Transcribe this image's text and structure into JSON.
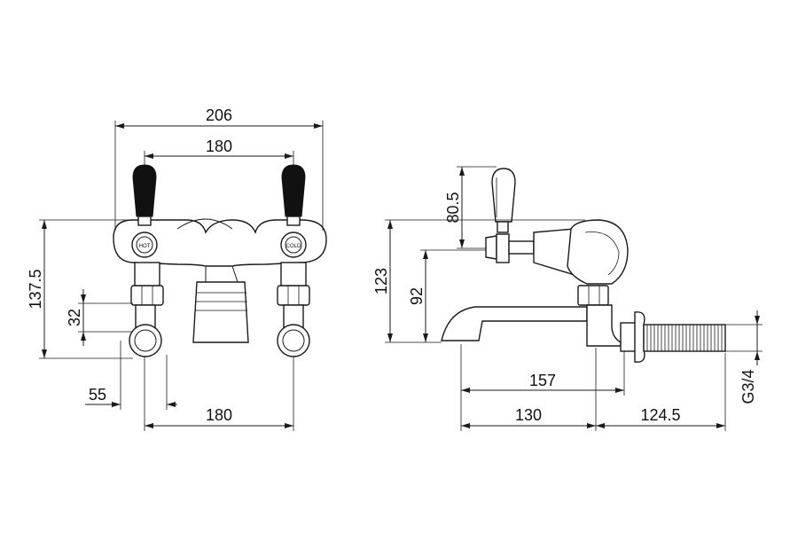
{
  "front_view": {
    "overall_width": "206",
    "lever_centres": "180",
    "height": "137.5",
    "outlet_gap": "32",
    "offset": "55",
    "inlet_centres": "180",
    "labels": {
      "hot": "HOT",
      "cold": "COLD"
    }
  },
  "side_view": {
    "lever_height": "80.5",
    "height_123": "123",
    "height_92": "92",
    "projection": "157",
    "depth_130": "130",
    "tail_length": "124.5",
    "thread": "G3/4"
  }
}
